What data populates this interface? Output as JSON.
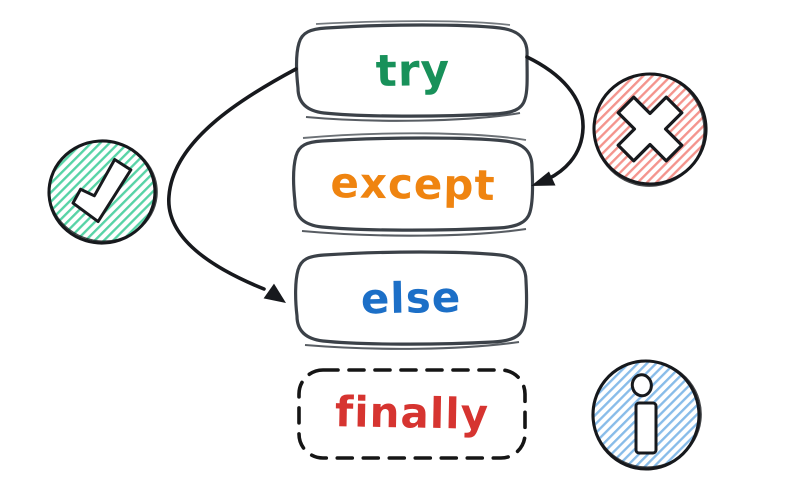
{
  "nodes": [
    {
      "id": "try",
      "label": "try",
      "color": "#18915a",
      "border": "solid"
    },
    {
      "id": "except",
      "label": "except",
      "color": "#ef8410",
      "border": "solid"
    },
    {
      "id": "else",
      "label": "else",
      "color": "#1c6fc7",
      "border": "solid"
    },
    {
      "id": "finally",
      "label": "finally",
      "color": "#d63430",
      "border": "dashed"
    }
  ],
  "edges": [
    {
      "from": "try",
      "to": "except",
      "side": "right"
    },
    {
      "from": "try",
      "to": "else",
      "side": "left"
    }
  ],
  "icons": [
    {
      "name": "check-circle-icon",
      "color": "#57d3a6"
    },
    {
      "name": "cross-circle-icon",
      "color": "#f4948d"
    },
    {
      "name": "info-circle-icon",
      "color": "#88bce9"
    }
  ],
  "colors": {
    "background": "#ffffff",
    "box_border": "#3b4148",
    "box_fill": "#ffffff",
    "dashed_border": "#151515",
    "arrow": "#17191d",
    "icon_outline": "#17191d",
    "icon_glyph_fill": "#ffffff"
  }
}
